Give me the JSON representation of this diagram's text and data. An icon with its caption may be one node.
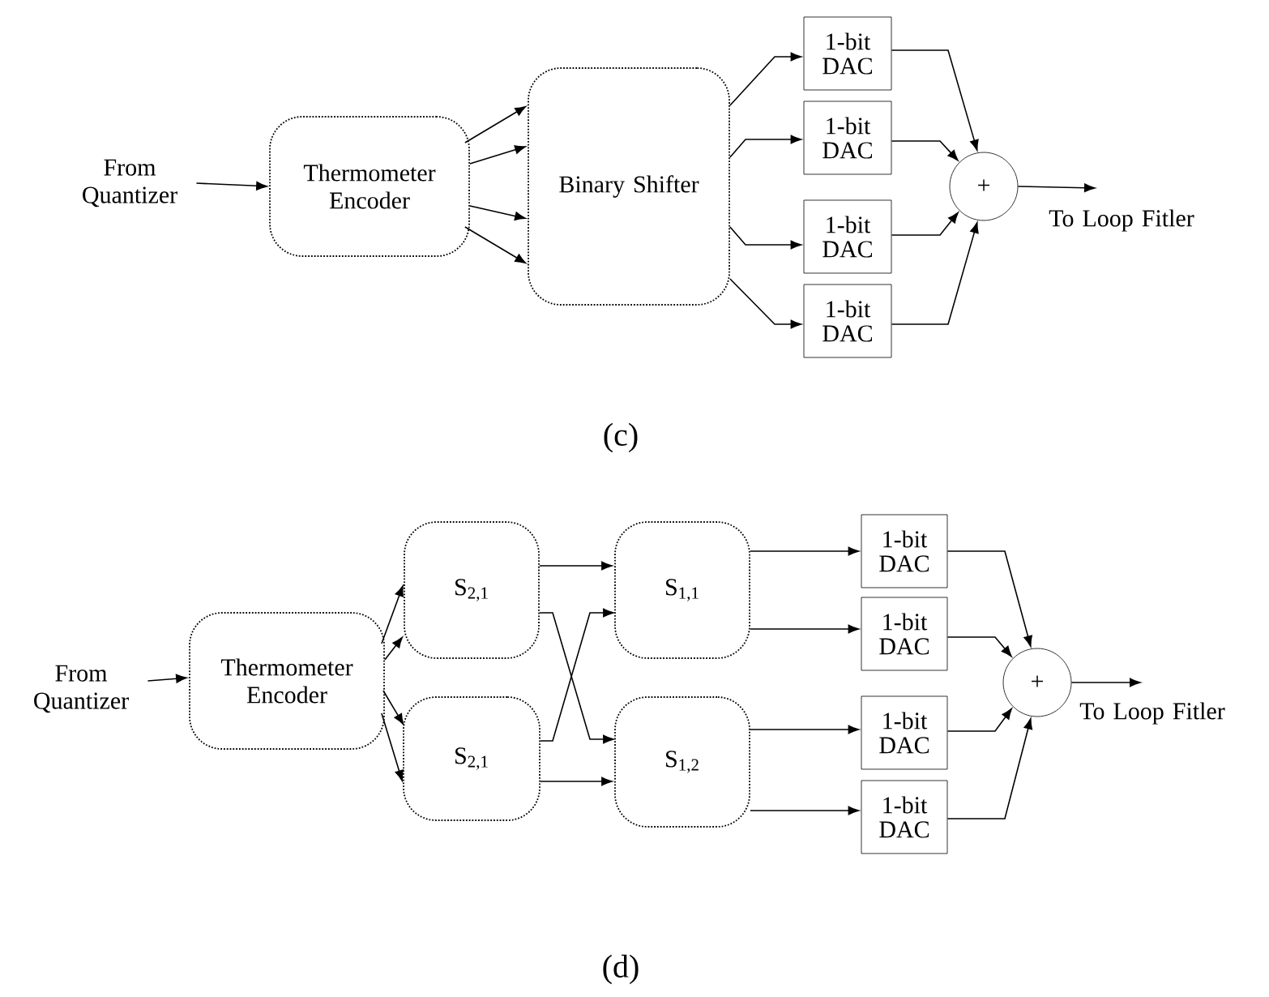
{
  "diagram": {
    "nodes": [
      {
        "text": [
          "From Quantizer"
        ]
      },
      {
        "text": [
          "Thermometer Encoder"
        ]
      },
      {
        "text": [
          "Binary Shifter"
        ]
      },
      {
        "text": [
          "1-bit DAC"
        ]
      },
      {
        "text": [
          "1-bit DAC"
        ]
      },
      {
        "text": [
          "1-bit DAC"
        ]
      },
      {
        "text": [
          "1-bit DAC"
        ]
      },
      {
        "text": [
          "+"
        ]
      },
      {
        "text": [
          "To Loop Fitler"
        ]
      },
      {
        "text": [
          "From Quantizer"
        ]
      },
      {
        "text": [
          "Thermometer Encoder"
        ]
      },
      {
        "text": [
          "S$_{2,1}$"
        ]
      },
      {
        "text": [
          "S$_{2,1}$"
        ]
      },
      {
        "text": [
          "S$_{1,1}$"
        ]
      },
      {
        "text": [
          "S$_{1,2}$"
        ]
      },
      {
        "text": [
          "1-bit DAC"
        ]
      },
      {
        "text": [
          "1-bit DAC"
        ]
      },
      {
        "text": [
          "1-bit DAC"
        ]
      },
      {
        "text": [
          "1-bit DAC"
        ]
      },
      {
        "text": [
          "+"
        ]
      },
      {
        "text": [
          "To Loop Fitler"
        ]
      }
    ],
    "edges": [
      {
        "from": 0,
        "to": 1,
        "arrow": "to"
      },
      {
        "from": 1,
        "to": 2,
        "arrow": "to"
      },
      {
        "from": 1,
        "to": 2,
        "arrow": "to"
      },
      {
        "from": 1,
        "to": 2,
        "arrow": "to"
      },
      {
        "from": 1,
        "to": 2,
        "arrow": "to"
      },
      {
        "from": 2,
        "to": 3,
        "arrow": "to"
      },
      {
        "from": 2,
        "to": 4,
        "arrow": "to"
      },
      {
        "from": 2,
        "to": 5,
        "arrow": "to"
      },
      {
        "from": 2,
        "to": 6,
        "arrow": "to"
      },
      {
        "from": 3,
        "to": 7,
        "arrow": "to"
      },
      {
        "from": 4,
        "to": 7,
        "arrow": "to"
      },
      {
        "from": 5,
        "to": 7,
        "arrow": "to"
      },
      {
        "from": 6,
        "to": 7,
        "arrow": "to"
      },
      {
        "from": 7,
        "to": 8,
        "arrow": "to"
      },
      {
        "from": 9,
        "to": 10,
        "arrow": "to"
      },
      {
        "from": 10,
        "to": 11,
        "arrow": "to"
      },
      {
        "from": 10,
        "to": 11,
        "arrow": "to"
      },
      {
        "from": 10,
        "to": 12,
        "arrow": "to"
      },
      {
        "from": 10,
        "to": 12,
        "arrow": "to"
      },
      {
        "from": 11,
        "to": 13,
        "arrow": "to"
      },
      {
        "from": 11,
        "to": 14,
        "arrow": "to"
      },
      {
        "from": 12,
        "to": 13,
        "arrow": "to"
      },
      {
        "from": 12,
        "to": 14,
        "arrow": "to"
      },
      {
        "from": 13,
        "to": 15,
        "arrow": "to"
      },
      {
        "from": 13,
        "to": 16,
        "arrow": "to"
      },
      {
        "from": 14,
        "to": 17,
        "arrow": "to"
      },
      {
        "from": 14,
        "to": 18,
        "arrow": "to"
      },
      {
        "from": 15,
        "to": 19,
        "arrow": "to"
      },
      {
        "from": 16,
        "to": 19,
        "arrow": "to"
      },
      {
        "from": 17,
        "to": 19,
        "arrow": "to"
      },
      {
        "from": 18,
        "to": 19,
        "arrow": "to"
      },
      {
        "from": 19,
        "to": 20,
        "arrow": "to"
      }
    ],
    "labels": [
      "(c)",
      "(d)"
    ]
  }
}
